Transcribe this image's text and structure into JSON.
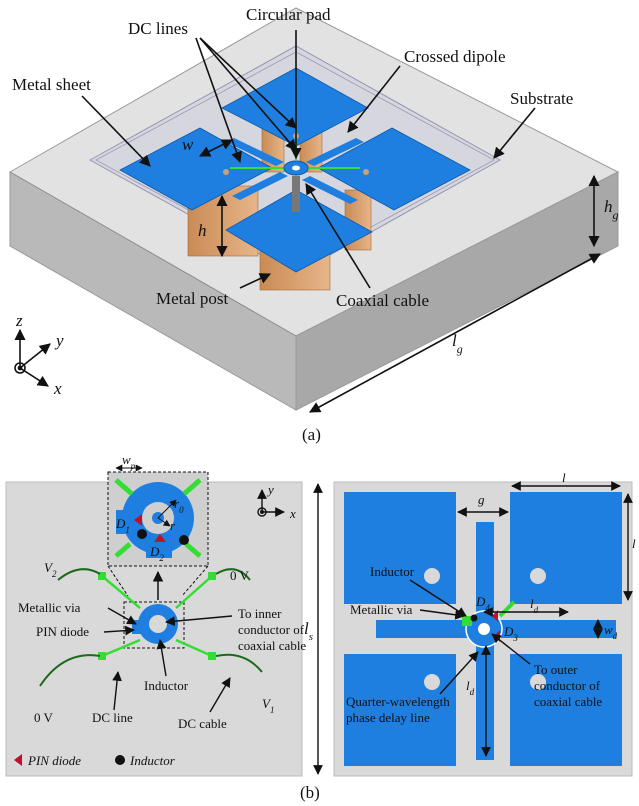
{
  "panel_a": {
    "caption": "(a)",
    "labels": {
      "dc_lines": "DC lines",
      "circular_pad": "Circular pad",
      "crossed_dipole": "Crossed dipole",
      "metal_sheet": "Metal sheet",
      "substrate": "Substrate",
      "w": "w",
      "hg": "h",
      "hg_sub": "g",
      "h": "h",
      "coaxial_cable": "Coaxial cable",
      "metal_post": "Metal post",
      "lg": "l",
      "lg_sub": "g",
      "axis_z": "z",
      "axis_y": "y",
      "axis_x": "x"
    }
  },
  "panel_b": {
    "caption": "(b)",
    "left": {
      "wp": "w",
      "wp_sub": "p",
      "r0": "r",
      "r0_sub": "0",
      "r": "r",
      "d1": "D",
      "d1_sub": "1",
      "d2": "D",
      "d2_sub": "2",
      "axis_y": "y",
      "axis_x": "x",
      "v2": "V",
      "v2_sub": "2",
      "zero_v_top": "0 V",
      "metallic_via": "Metallic via",
      "to_inner_1": "To inner",
      "to_inner_2": "conductor of",
      "to_inner_3": "coaxial cable",
      "pin_diode": "PIN diode",
      "inductor": "Inductor",
      "zero_v_bottom": "0 V",
      "dc_line": "DC line",
      "dc_cable": "DC cable",
      "v1": "V",
      "v1_sub": "1",
      "legend_pin": "PIN diode",
      "legend_inductor": "Inductor",
      "ls": "l",
      "ls_sub": "s"
    },
    "right": {
      "g": "g",
      "l_top": "l",
      "l_side": "l",
      "inductor": "Inductor",
      "metallic_via": "Metallic via",
      "d4": "D",
      "d4_sub": "4",
      "d3": "D",
      "d3_sub": "3",
      "ld_h": "l",
      "ld_h_sub": "d",
      "wd": "w",
      "wd_sub": "d",
      "ld_v": "l",
      "ld_v_sub": "d",
      "to_outer_1": "To outer",
      "to_outer_2": "conductor of",
      "to_outer_3": "coaxial cable",
      "quarter_1": "Quarter-wavelength",
      "quarter_2": "phase delay line"
    }
  },
  "colors": {
    "patch_blue": "#1f7fe0",
    "dc_green": "#33dd33",
    "post_copper": "#d9a070",
    "substrate_gray": "#cfcfcf",
    "panel_gray": "#d9d9d9",
    "diode_red": "#c0102a"
  }
}
